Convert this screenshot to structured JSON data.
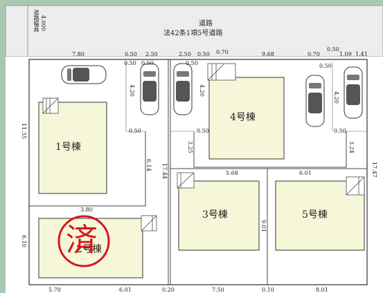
{
  "road": {
    "title": "道路",
    "subtitle": "法42条1項5号道路",
    "width_label": "道路幅員",
    "width_value": "4.000"
  },
  "houses": [
    {
      "id": "1",
      "label": "1号棟"
    },
    {
      "id": "2",
      "label": "2号棟"
    },
    {
      "id": "3",
      "label": "3号棟"
    },
    {
      "id": "4",
      "label": "4号棟"
    },
    {
      "id": "5",
      "label": "5号棟"
    }
  ],
  "stamp": {
    "text": "済",
    "color": "#d8161e"
  },
  "dims": {
    "d780": "7.80",
    "d050a": "0.50",
    "d250a": "2.50",
    "d250b": "2.50",
    "d050b": "0.50",
    "d070a": "0.70",
    "d968": "9.68",
    "d070b": "0.70",
    "d050c": "0.50",
    "d109": "1.09",
    "d141": "1.41",
    "d100": "0.50",
    "d050e": "0.50",
    "d050f": "0.50",
    "d050g": "0.50",
    "d420a": "4.20",
    "d420b": "4.20",
    "d420c": "4.20",
    "d050h": "0.50",
    "d050i": "0.50",
    "d050j": "0.50",
    "d1135": "11.35",
    "d614": "6.14",
    "d1744": "17.44",
    "d325": "3.25",
    "d324": "3.24",
    "d1747": "17.47",
    "d568": "5.68",
    "d601": "6.01",
    "d380": "3.80",
    "d901": "9.01",
    "d610": "6.10",
    "b570": "5.70",
    "b601": "6.01",
    "b020": "0.20",
    "b750": "7.50",
    "b010": "0.10",
    "b801": "8.01"
  }
}
